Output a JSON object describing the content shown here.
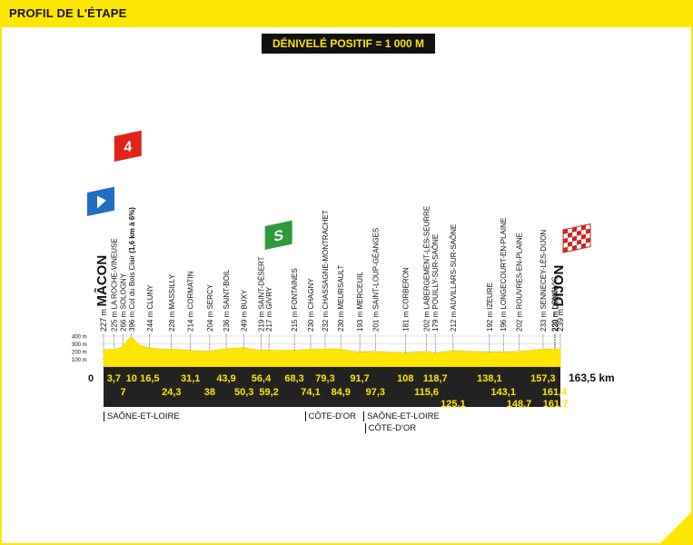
{
  "header": {
    "title": "PROFIL DE L'ÉTAPE"
  },
  "elevation_badge": "DÉNIVELÉ POSITIF = 1 000 M",
  "axis": {
    "start_label": "0",
    "total_label": "163,5 km",
    "altitude_ticks": [
      "400 m",
      "300 m",
      "200 m",
      "100 m"
    ]
  },
  "towns": [
    {
      "km": 0,
      "alt": "227 m",
      "name": "MÂCON",
      "major": true
    },
    {
      "km": 3.7,
      "alt": "225 m",
      "name": "LA ROCHE-VINEUSE"
    },
    {
      "km": 7,
      "alt": "266 m",
      "name": "SOLOGNY"
    },
    {
      "km": 10,
      "alt": "396 m",
      "name": "Col du Bois Clair",
      "extra": "(1,6 km à 6%)"
    },
    {
      "km": 16.5,
      "alt": "244 m",
      "name": "CLUNY"
    },
    {
      "km": 24.3,
      "alt": "228 m",
      "name": "MASSILLY"
    },
    {
      "km": 31.1,
      "alt": "214 m",
      "name": "CORMATIN"
    },
    {
      "km": 38,
      "alt": "204 m",
      "name": "SERCY"
    },
    {
      "km": 43.9,
      "alt": "236 m",
      "name": "SAINT-BOIL"
    },
    {
      "km": 50.3,
      "alt": "249 m",
      "name": "BUXY"
    },
    {
      "km": 56.4,
      "alt": "219 m",
      "name": "SAINT-DÉSERT"
    },
    {
      "km": 59.2,
      "alt": "217 m",
      "name": "GIVRY"
    },
    {
      "km": 68.3,
      "alt": "215 m",
      "name": "FONTAINES"
    },
    {
      "km": 74.1,
      "alt": "230 m",
      "name": "CHAGNY"
    },
    {
      "km": 79.3,
      "alt": "232 m",
      "name": "CHASSAGNE-MONTRACHET"
    },
    {
      "km": 84.9,
      "alt": "230 m",
      "name": "MEURSAULT"
    },
    {
      "km": 91.7,
      "alt": "193 m",
      "name": "MERCEUIL"
    },
    {
      "km": 97.3,
      "alt": "201 m",
      "name": "SAINT-LOUP-GÉANGES"
    },
    {
      "km": 108,
      "alt": "181 m",
      "name": "CORBERON"
    },
    {
      "km": 115.6,
      "alt": "202 m",
      "name": "LABERGEMENT-LÈS-SEURRE"
    },
    {
      "km": 118.7,
      "alt": "179 m",
      "name": "POUILLY-SUR-SAÔNE"
    },
    {
      "km": 125.1,
      "alt": "212 m",
      "name": "AUVILLARS-SUR-SAÔNE"
    },
    {
      "km": 138.1,
      "alt": "192 m",
      "name": "IZEURE"
    },
    {
      "km": 143.1,
      "alt": "196 m",
      "name": "LONGECOURT-EN-PLAINE"
    },
    {
      "km": 148.7,
      "alt": "202 m",
      "name": "ROUVRES-EN-PLAINE"
    },
    {
      "km": 157.3,
      "alt": "233 m",
      "name": "SENNECEY-LÈS-DIJON"
    },
    {
      "km": 161.4,
      "alt": "229 m",
      "name": "LONGVIC"
    },
    {
      "km": 161.7,
      "alt": "230 m",
      "name": "DIJON"
    },
    {
      "km": 163.5,
      "alt": "239 m",
      "name": "DIJON",
      "major": true
    }
  ],
  "km_labels": [
    {
      "text": "3,7",
      "km": 3.7,
      "row": 0
    },
    {
      "text": "7",
      "km": 7,
      "row": 1
    },
    {
      "text": "10",
      "km": 10,
      "row": 0
    },
    {
      "text": "16,5",
      "km": 16.5,
      "row": 0
    },
    {
      "text": "24,3",
      "km": 24.3,
      "row": 1
    },
    {
      "text": "31,1",
      "km": 31.1,
      "row": 0
    },
    {
      "text": "38",
      "km": 38,
      "row": 1
    },
    {
      "text": "43,9",
      "km": 43.9,
      "row": 0
    },
    {
      "text": "50,3",
      "km": 50.3,
      "row": 1
    },
    {
      "text": "56,4",
      "km": 56.4,
      "row": 0
    },
    {
      "text": "59,2",
      "km": 59.2,
      "row": 1
    },
    {
      "text": "68,3",
      "km": 68.3,
      "row": 0
    },
    {
      "text": "74,1",
      "km": 74.1,
      "row": 1
    },
    {
      "text": "79,3",
      "km": 79.3,
      "row": 0
    },
    {
      "text": "84,9",
      "km": 84.9,
      "row": 1
    },
    {
      "text": "91,7",
      "km": 91.7,
      "row": 0
    },
    {
      "text": "97,3",
      "km": 97.3,
      "row": 1
    },
    {
      "text": "108",
      "km": 108,
      "row": 0
    },
    {
      "text": "118,7",
      "km": 118.7,
      "row": 0
    },
    {
      "text": "115,6",
      "km": 115.6,
      "row": 1
    },
    {
      "text": "125,1",
      "km": 125.1,
      "row": 2
    },
    {
      "text": "138,1",
      "km": 138.1,
      "row": 0
    },
    {
      "text": "143,1",
      "km": 143.1,
      "row": 1
    },
    {
      "text": "148,7",
      "km": 148.7,
      "row": 2
    },
    {
      "text": "157,3",
      "km": 157.3,
      "row": 0
    },
    {
      "text": "161,4",
      "km": 161.4,
      "row": 1
    },
    {
      "text": "161,7",
      "km": 161.7,
      "row": 2
    }
  ],
  "markers": [
    {
      "type": "climb",
      "label": "4",
      "km": 10,
      "color": "#e2231a"
    },
    {
      "type": "sprint",
      "label": "S",
      "km": 31.1,
      "color": "#2e9a3c"
    },
    {
      "type": "start",
      "km": 0,
      "color": "#1f6fc5"
    },
    {
      "type": "finish",
      "km": 163.5
    }
  ],
  "regions": [
    {
      "text": "SAÔNE-ET-LOIRE",
      "km": 0,
      "row": 0
    },
    {
      "text": "CÔTE-D'OR",
      "km": 72,
      "row": 0
    },
    {
      "text": "SAÔNE-ET-LOIRE",
      "km": 93,
      "row": 0
    },
    {
      "text": "CÔTE-D'OR",
      "km": 93.5,
      "row": 1
    }
  ],
  "profile_points": [
    [
      0,
      227
    ],
    [
      2,
      226
    ],
    [
      3.7,
      225
    ],
    [
      5,
      240
    ],
    [
      7,
      266
    ],
    [
      8.5,
      340
    ],
    [
      10,
      396
    ],
    [
      11.5,
      330
    ],
    [
      13,
      280
    ],
    [
      16.5,
      244
    ],
    [
      20,
      235
    ],
    [
      24.3,
      228
    ],
    [
      28,
      222
    ],
    [
      31.1,
      214
    ],
    [
      35,
      208
    ],
    [
      38,
      204
    ],
    [
      41,
      222
    ],
    [
      43.9,
      236
    ],
    [
      47,
      245
    ],
    [
      50.3,
      249
    ],
    [
      53,
      232
    ],
    [
      56.4,
      219
    ],
    [
      59.2,
      217
    ],
    [
      64,
      216
    ],
    [
      68.3,
      215
    ],
    [
      71,
      222
    ],
    [
      74.1,
      230
    ],
    [
      77,
      228
    ],
    [
      79.3,
      232
    ],
    [
      82,
      236
    ],
    [
      84.9,
      230
    ],
    [
      88,
      212
    ],
    [
      91.7,
      193
    ],
    [
      94,
      196
    ],
    [
      97.3,
      201
    ],
    [
      102,
      190
    ],
    [
      108,
      181
    ],
    [
      112,
      192
    ],
    [
      115.6,
      202
    ],
    [
      118.7,
      179
    ],
    [
      122,
      196
    ],
    [
      125.1,
      212
    ],
    [
      131,
      202
    ],
    [
      138.1,
      192
    ],
    [
      143.1,
      196
    ],
    [
      148.7,
      202
    ],
    [
      153,
      215
    ],
    [
      157.3,
      233
    ],
    [
      161.4,
      229
    ],
    [
      161.7,
      230
    ],
    [
      163.5,
      239
    ]
  ],
  "colors": {
    "yellow": "#ffe600",
    "dark": "#222222",
    "km_text": "#ffe600"
  }
}
